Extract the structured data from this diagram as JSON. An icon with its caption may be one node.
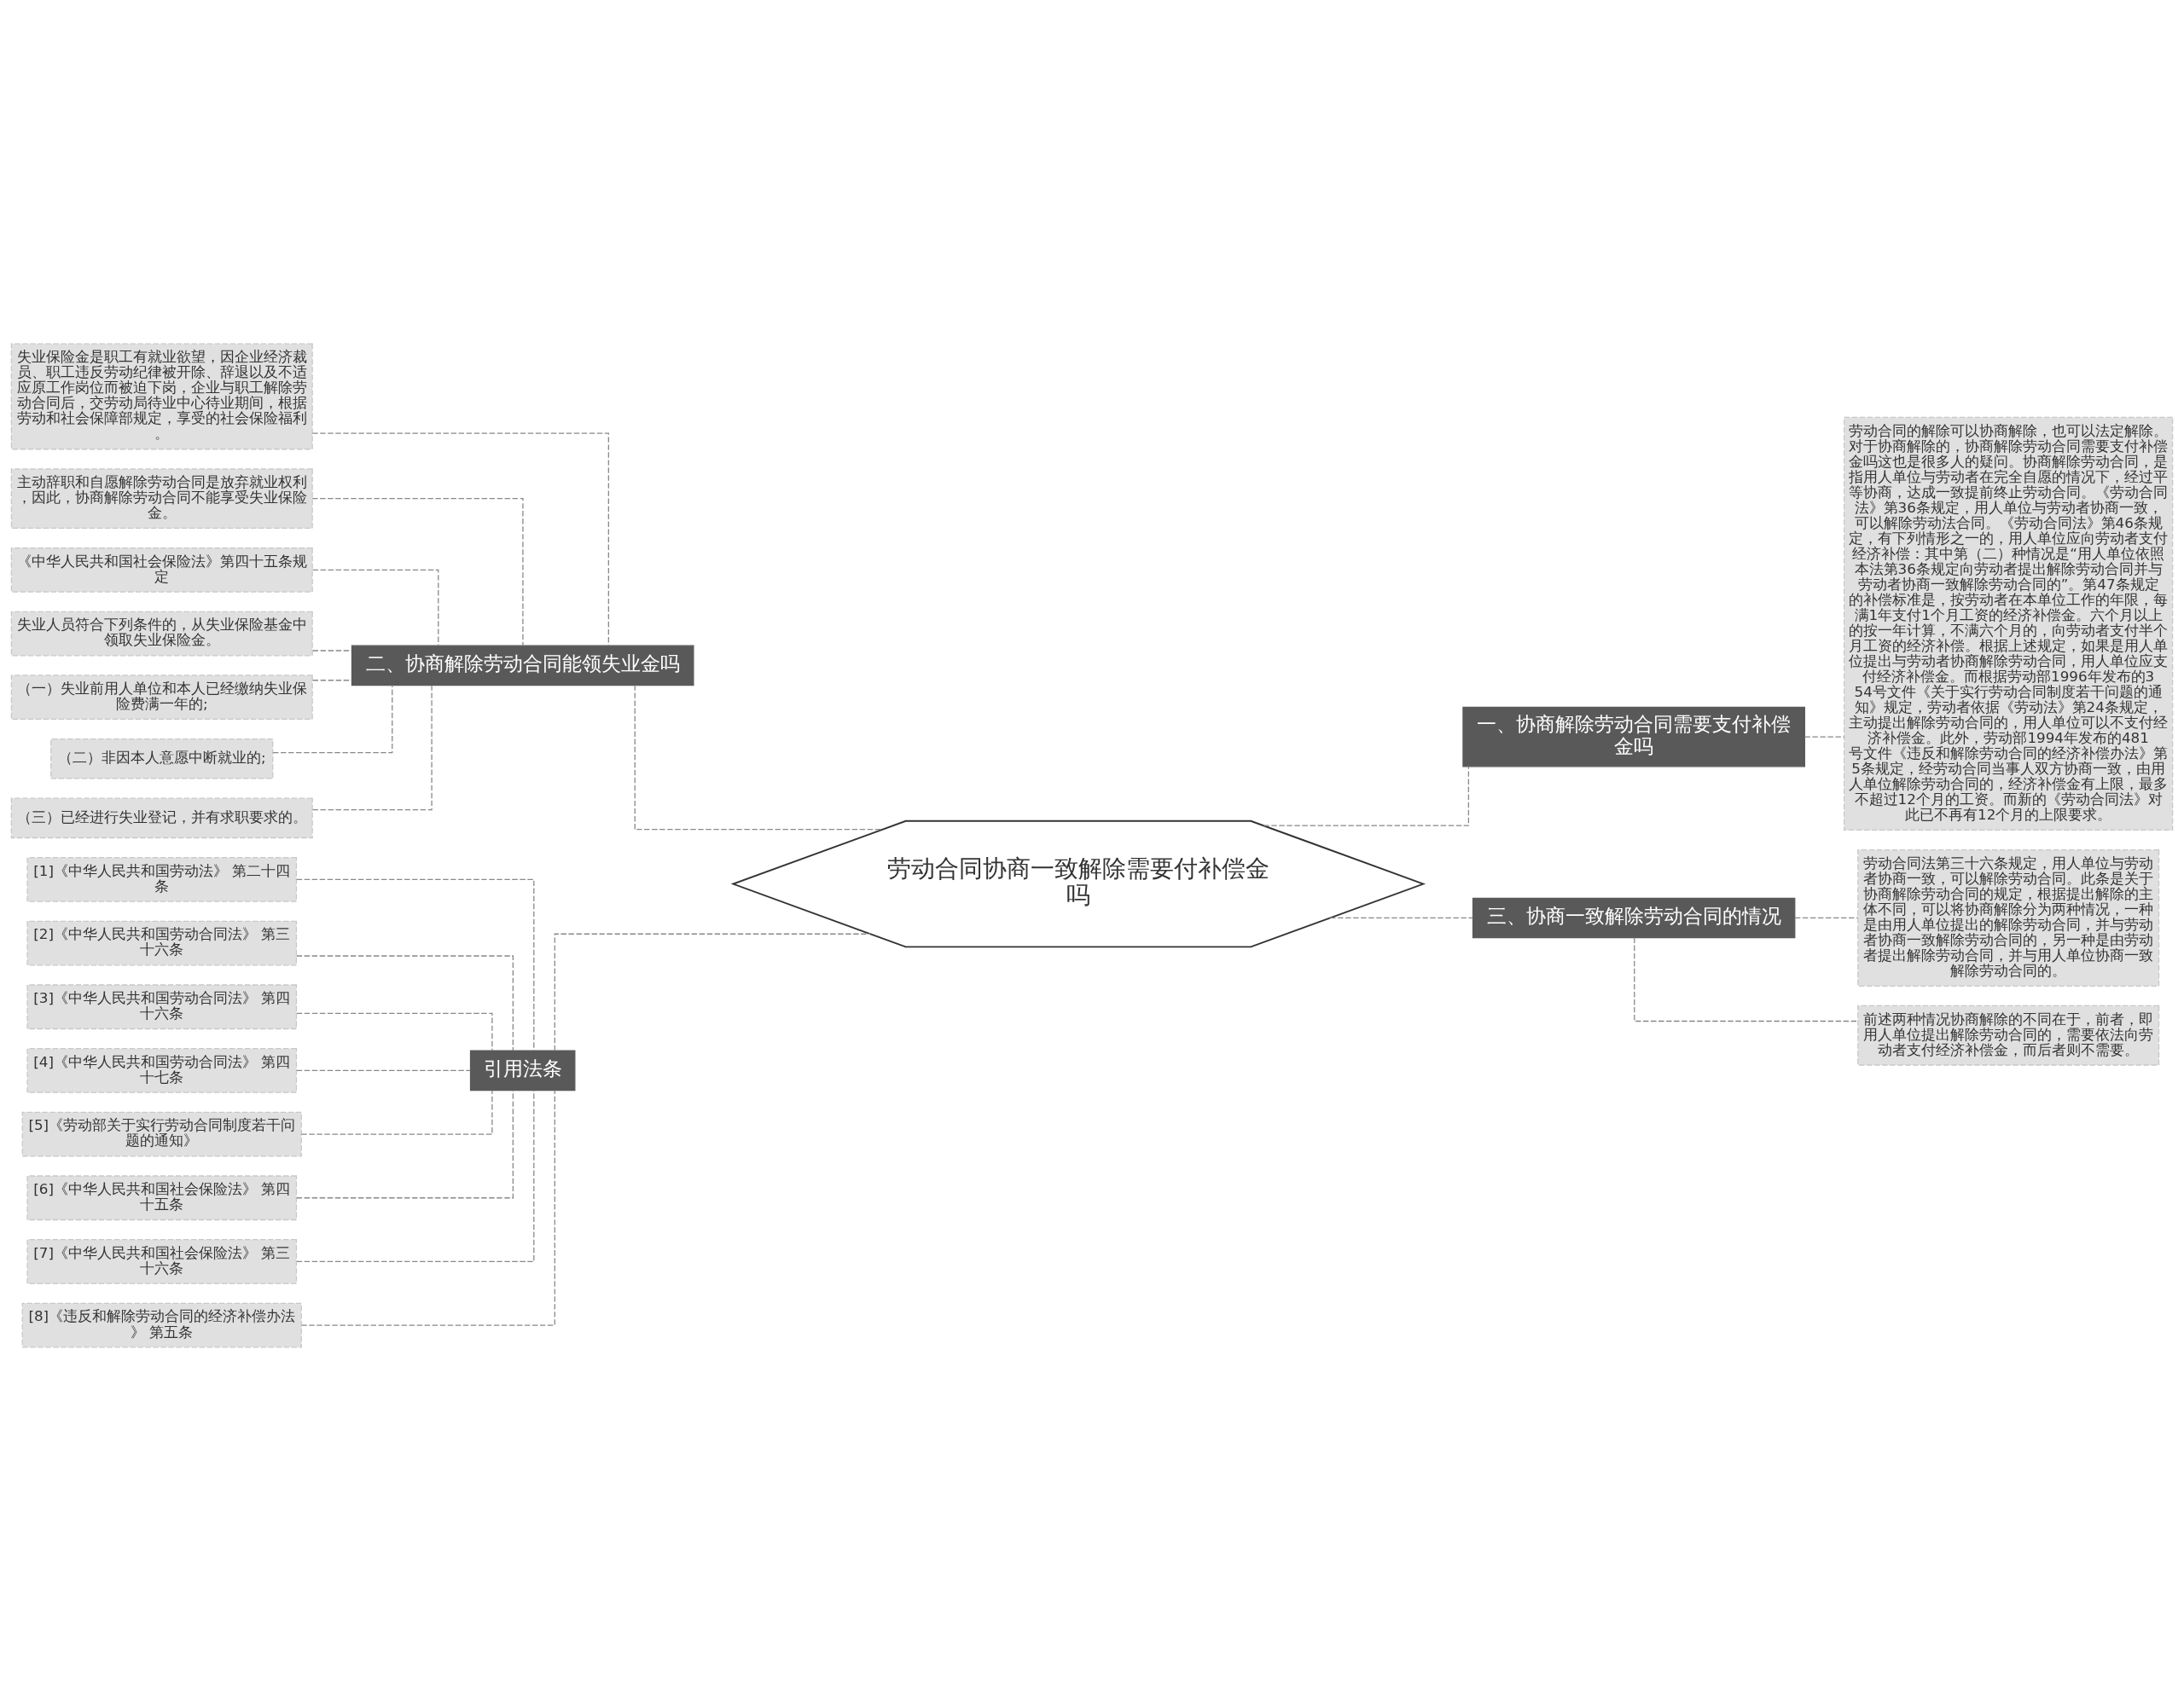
{
  "diagram": {
    "nodes": [
      {
        "text": [
          "劳动合同协商一致解除需要付补偿金吗"
        ]
      },
      {
        "text": [
          "一、协商解除劳动合同需要支付补偿金吗"
        ]
      },
      {
        "text": [
          "劳动合同的解除可以协商解除，也可以法定解除。对于协商解除的，协商解除劳动合同需要支付补偿金吗这也是很多人的疑问。协商解除劳动合同，是指用人单位与劳动者在完全自愿的情况下，经过平等协商，达成一致提前终止劳动合同。《劳动合同法》第36条规定，用人单位与劳动者协商一致，可以解除劳动法合同。《劳动合同法》第46条规定，有下列情形之一的，用人单位应向劳动者支付经济补偿：其中第（二）种情况是“用人单位依照本法第36条规定向劳动者提出解除劳动合同并与劳动者协商一致解除劳动合同的”。第47条规定的补偿标准是，按劳动者在本单位工作的年限，每满1年支付1个月工资的经济补偿金。六个月以上的按一年计算，不满六个月的，向劳动者支付半个月工资的经济补偿。根据上述规定，如果是用人单位提出与劳动者协商解除劳动合同，用人单位应支付经济补偿金。而根据劳动部1996年发布的354号文件《关于实行劳动合同制度若干问题的通知》规定，劳动者依据《劳动法》第24条规定，主动提出解除劳动合同的，用人单位可以不支付经济补偿金。此外，劳动部1994年发布的481号文件《违反和解除劳动合同的经济补偿办法》第5条规定，经劳动合同当事人双方协商一致，由用人单位解除劳动合同的，经济补偿金有上限，最多不超过12个月的工资。而新的《劳动合同法》对此已不再有12个月的上限要求。"
        ]
      },
      {
        "text": [
          "三、协商一致解除劳动合同的情况"
        ]
      },
      {
        "text": [
          "劳动合同法第三十六条规定，用人单位与劳动者协商一致，可以解除劳动合同。此条是关于协商解除劳动合同的规定，根据提出解除的主体不同，可以将协商解除分为两种情况，一种是由用人单位提出的解除劳动合同，并与劳动者协商一致解除劳动合同的，另一种是由劳动者提出解除劳动合同，并与用人单位协商一致解除劳动合同的。"
        ]
      },
      {
        "text": [
          "前述两种情况协商解除的不同在于，前者，即用人单位提出解除劳动合同的，需要依法向劳动者支付经济补偿金，而后者则不需要。"
        ]
      },
      {
        "text": [
          "二、协商解除劳动合同能领失业金吗"
        ]
      },
      {
        "text": [
          "失业保险金是职工有就业欲望，因企业经济裁员、职工违反劳动纪律被开除、辞退以及不适应原工作岗位而被迫下岗，企业与职工解除劳动合同后，交劳动局待业中心待业期间，根据劳动和社会保障部规定，享受的社会保险福利。"
        ]
      },
      {
        "text": [
          "主动辞职和自愿解除劳动合同是放弃就业权利，因此，协商解除劳动合同不能享受失业保险金。"
        ]
      },
      {
        "text": [
          "《中华人民共和国社会保险法》第四十五条规定"
        ]
      },
      {
        "text": [
          "失业人员符合下列条件的，从失业保险基金中领取失业保险金。"
        ]
      },
      {
        "text": [
          "（一）失业前用人单位和本人已经缴纳失业保险费满一年的;"
        ]
      },
      {
        "text": [
          "（二）非因本人意愿中断就业的;"
        ]
      },
      {
        "text": [
          "（三）已经进行失业登记，并有求职要求的。"
        ]
      },
      {
        "text": [
          "引用法条"
        ]
      },
      {
        "text": [
          "[1]《中华人民共和国劳动法》 第二十四条"
        ]
      },
      {
        "text": [
          "[2]《中华人民共和国劳动合同法》 第三十六条"
        ]
      },
      {
        "text": [
          "[3]《中华人民共和国劳动合同法》 第四十六条"
        ]
      },
      {
        "text": [
          "[4]《中华人民共和国劳动合同法》 第四十七条"
        ]
      },
      {
        "text": [
          "[5]《劳动部关于实行劳动合同制度若干问题的通知》"
        ]
      },
      {
        "text": [
          "[6]《中华人民共和国社会保险法》 第四十五条"
        ]
      },
      {
        "text": [
          "[7]《中华人民共和国社会保险法》 第三十六条"
        ]
      },
      {
        "text": [
          "[8]《违反和解除劳动合同的经济补偿办法》 第五条"
        ]
      }
    ],
    "edges": [
      {
        "from": 0,
        "to": 1,
        "arrow": "none",
        "style": "dashed"
      },
      {
        "from": 1,
        "to": 2,
        "arrow": "none",
        "style": "dashed"
      },
      {
        "from": 0,
        "to": 3,
        "arrow": "none",
        "style": "dashed"
      },
      {
        "from": 3,
        "to": 4,
        "arrow": "none",
        "style": "dashed"
      },
      {
        "from": 3,
        "to": 5,
        "arrow": "none",
        "style": "dashed"
      },
      {
        "from": 0,
        "to": 6,
        "arrow": "none",
        "style": "dashed"
      },
      {
        "from": 6,
        "to": 7,
        "arrow": "none",
        "style": "dashed"
      },
      {
        "from": 6,
        "to": 8,
        "arrow": "none",
        "style": "dashed"
      },
      {
        "from": 6,
        "to": 9,
        "arrow": "none",
        "style": "dashed"
      },
      {
        "from": 6,
        "to": 10,
        "arrow": "none",
        "style": "dashed"
      },
      {
        "from": 6,
        "to": 11,
        "arrow": "none",
        "style": "dashed"
      },
      {
        "from": 6,
        "to": 12,
        "arrow": "none",
        "style": "dashed"
      },
      {
        "from": 6,
        "to": 13,
        "arrow": "none",
        "style": "dashed"
      },
      {
        "from": 0,
        "to": 14,
        "arrow": "none",
        "style": "dashed"
      },
      {
        "from": 14,
        "to": 15,
        "arrow": "none",
        "style": "dashed"
      },
      {
        "from": 14,
        "to": 16,
        "arrow": "none",
        "style": "dashed"
      },
      {
        "from": 14,
        "to": 17,
        "arrow": "none",
        "style": "dashed"
      },
      {
        "from": 14,
        "to": 18,
        "arrow": "none",
        "style": "dashed"
      },
      {
        "from": 14,
        "to": 19,
        "arrow": "none",
        "style": "dashed"
      },
      {
        "from": 14,
        "to": 20,
        "arrow": "none",
        "style": "dashed"
      },
      {
        "from": 14,
        "to": 21,
        "arrow": "none",
        "style": "dashed"
      },
      {
        "from": 14,
        "to": 22,
        "arrow": "none",
        "style": "dashed"
      }
    ]
  }
}
